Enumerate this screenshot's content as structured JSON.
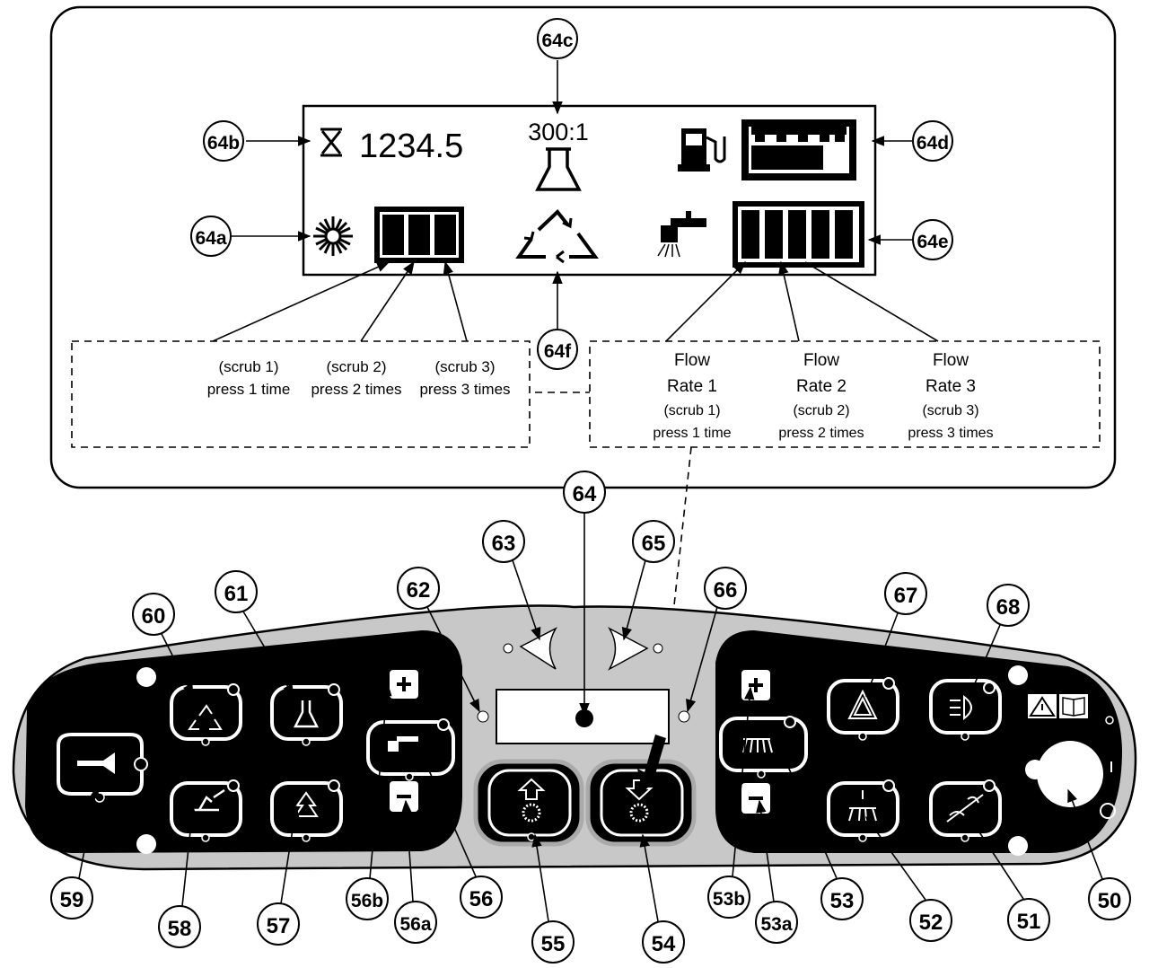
{
  "display": {
    "hours": "1234.5",
    "ratio": "300:1"
  },
  "scrub_notes": [
    {
      "line1": "(scrub 1)",
      "line2": "press 1 time"
    },
    {
      "line1": "(scrub 2)",
      "line2": "press 2 times"
    },
    {
      "line1": "(scrub 3)",
      "line2": "press 3 times"
    }
  ],
  "flow_notes": [
    {
      "line1": "Flow",
      "line2": "Rate 1",
      "line3": "(scrub 1)",
      "line4": "press 1 time"
    },
    {
      "line1": "Flow",
      "line2": "Rate 2",
      "line3": "(scrub 2)",
      "line4": "press 2 times"
    },
    {
      "line1": "Flow",
      "line2": "Rate 3",
      "line3": "(scrub 3)",
      "line4": "press 3 times"
    }
  ],
  "callouts": {
    "c64a": "64a",
    "c64b": "64b",
    "c64c": "64c",
    "c64d": "64d",
    "c64e": "64e",
    "c64f": "64f",
    "c64": "64",
    "c63": "63",
    "c65": "65",
    "c62": "62",
    "c66": "66",
    "c60": "60",
    "c61": "61",
    "c67": "67",
    "c68": "68",
    "c59": "59",
    "c58": "58",
    "c57": "57",
    "c56b": "56b",
    "c56a": "56a",
    "c56": "56",
    "c55": "55",
    "c54": "54",
    "c53b": "53b",
    "c53a": "53a",
    "c53": "53",
    "c52": "52",
    "c51": "51",
    "c50": "50"
  },
  "pressure_digits": [
    "1",
    "2",
    "3"
  ],
  "colors": {
    "panel": "#c8c8c8",
    "black": "#000000"
  }
}
